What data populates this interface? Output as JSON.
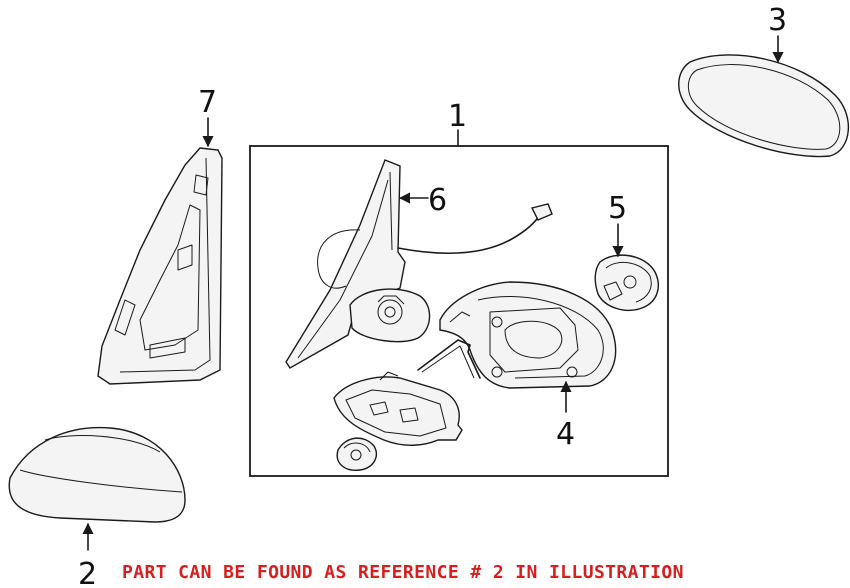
{
  "diagram": {
    "callouts": [
      {
        "id": "1",
        "label": "1"
      },
      {
        "id": "2",
        "label": "2"
      },
      {
        "id": "3",
        "label": "3"
      },
      {
        "id": "4",
        "label": "4"
      },
      {
        "id": "5",
        "label": "5"
      },
      {
        "id": "6",
        "label": "6"
      },
      {
        "id": "7",
        "label": "7"
      }
    ],
    "note": "PART CAN BE FOUND AS REFERENCE # 2 IN ILLUSTRATION",
    "note_color": "#d42020",
    "line_color": "#1a1a1a"
  }
}
